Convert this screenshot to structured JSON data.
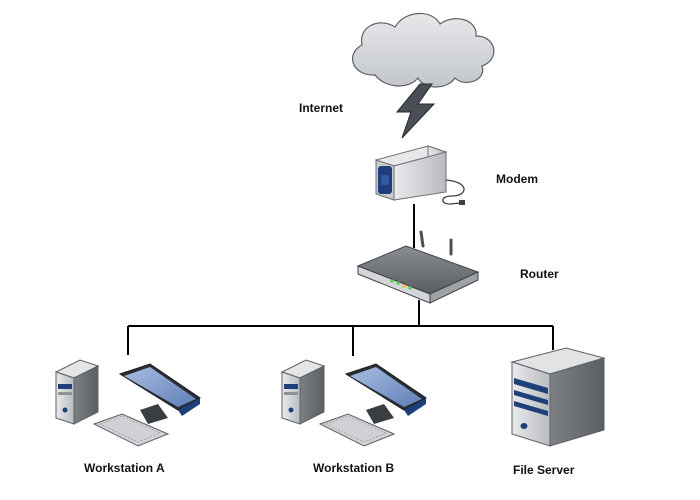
{
  "labels": {
    "internet": "Internet",
    "modem": "Modem",
    "router": "Router",
    "workstation_a": "Workstation A",
    "workstation_b": "Workstation B",
    "file_server": "File Server"
  },
  "icons": {
    "cloud": "cloud-icon",
    "lightning": "lightning-bolt-icon",
    "modem": "modem-icon",
    "router": "router-icon",
    "workstation_a": "desktop-computer-icon",
    "workstation_b": "desktop-computer-icon",
    "file_server": "server-tower-icon"
  },
  "colors": {
    "cloud_fill": "#d5d7da",
    "device_blue": "#1f3f7a",
    "screen_blue": "#7d98c9",
    "case_gray": "#c9cbce",
    "line": "#000000"
  }
}
